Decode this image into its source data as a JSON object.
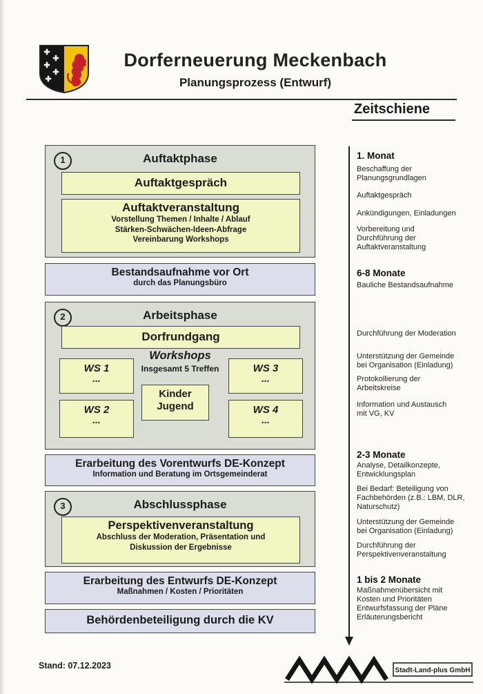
{
  "header": {
    "title": "Dorferneuerung Meckenbach",
    "subtitle": "Planungsprozess (Entwurf)"
  },
  "flow": {
    "phase1": {
      "number": "1",
      "title": "Auftaktphase",
      "gespraech_title": "Auftaktgespräch",
      "veranstaltung_title": "Auftaktveranstaltung",
      "veranstaltung_line1": "Vorstellung Themen / Inhalte / Ablauf",
      "veranstaltung_line2": "Stärken-Schwächen-Ideen-Abfrage",
      "veranstaltung_line3": "Vereinbarung Workshops"
    },
    "bestandsaufnahme": {
      "title": "Bestandsaufnahme vor Ort",
      "subtitle": "durch das Planungsbüro"
    },
    "phase2": {
      "number": "2",
      "title": "Arbeitsphase",
      "dorfrundgang_title": "Dorfrundgang",
      "workshops_title": "Workshops",
      "workshops_subtitle": "Insgesamt 5 Treffen",
      "ws1_label": "WS 1",
      "ws2_label": "WS 2",
      "ws3_label": "WS 3",
      "ws4_label": "WS 4",
      "dots": "...",
      "kinder_label": "Kinder\nJugend"
    },
    "vorentwurf": {
      "title": "Erarbeitung des Vorentwurfs DE-Konzept",
      "subtitle": "Information und Beratung im Ortsgemeinderat"
    },
    "phase3": {
      "number": "3",
      "title": "Abschlussphase",
      "perspektive_title": "Perspektivenveranstaltung",
      "perspektive_line1": "Abschluss der Moderation, Präsentation und",
      "perspektive_line2": "Diskussion der Ergebnisse"
    },
    "entwurf": {
      "title": "Erarbeitung des Entwurfs DE-Konzept",
      "subtitle": "Maßnahmen / Kosten / Prioritäten"
    },
    "behoerden": {
      "title": "Behördenbeteiligung durch die KV"
    }
  },
  "timeline": {
    "title": "Zeitschiene",
    "entries": [
      {
        "text": "1. Monat"
      },
      {
        "text": "Beschaffung der\nPlanungsgrundlagen"
      },
      {
        "text": "Auftaktgespräch"
      },
      {
        "text": "Ankündigungen, Einladungen"
      },
      {
        "text": "Vorbereitung und\nDurchführung der\nAuftaktveranstaltung"
      },
      {
        "text": "6-8 Monate"
      },
      {
        "text": "Bauliche Bestandsaufnahme"
      },
      {
        "text": "Durchführung der Moderation"
      },
      {
        "text": "Unterstützung der Gemeinde\nbei Organisation (Einladung)"
      },
      {
        "text": "Protokollierung der\nArbeitskreise"
      },
      {
        "text": "Information und Austausch\nmit VG, KV"
      },
      {
        "text": "2-3 Monate"
      },
      {
        "text": "Analyse, Detailkonzepte,\nEntwicklungsplan"
      },
      {
        "text": "Bei Bedarf: Beteiligung von\nFachbehörden (z.B.: LBM, DLR,\nNaturschutz)"
      },
      {
        "text": "Unterstützung der Gemeinde\nbei Organisation (Einladung)"
      },
      {
        "text": "Durchführung der\nPerspektivenveranstaltung"
      },
      {
        "text": "1 bis 2 Monate"
      },
      {
        "text": "Maßnahmenübersicht mit\nKosten und Prioritäten\nEntwurfsfassung der Pläne\nErläuterungsbericht"
      }
    ]
  },
  "footer": {
    "date_label": "Stand: 07.12.2023",
    "logo_text": "Stadt-Land-plus GmbH"
  },
  "colors": {
    "phase_box": "#daddd3",
    "inner_box": "#f2f6c3",
    "blue_box": "#dcdeeb",
    "crest_gold": "#f3c20c",
    "crest_red": "#c5202c"
  }
}
